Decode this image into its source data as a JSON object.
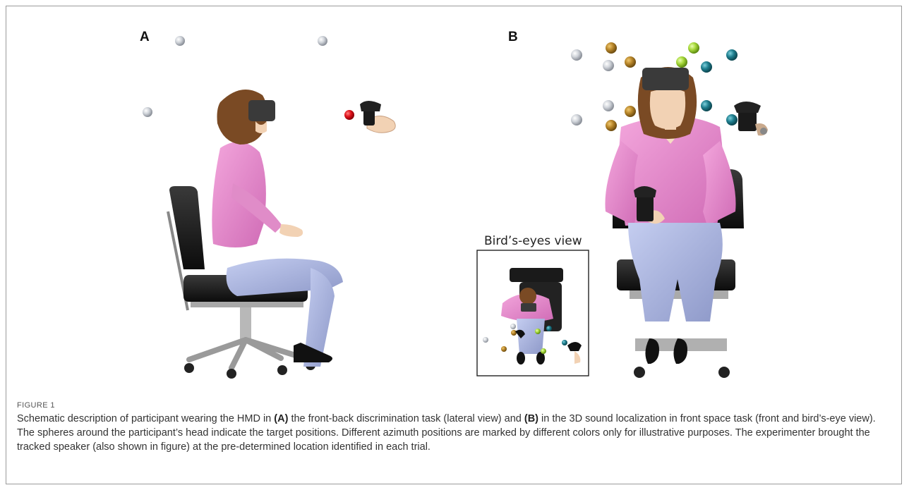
{
  "figure": {
    "panel_a_label": "A",
    "panel_b_label": "B",
    "inset_title": "Bird’s-eyes view",
    "figure_label": "FIGURE 1",
    "caption_parts": [
      "Schematic description of participant wearing the HMD in ",
      "(A)",
      " the front-back discrimination task (lateral view) and ",
      "(B)",
      " in the 3D sound localization in front space task (front and bird’s-eye view). The spheres around the participant’s head indicate the target positions. Different azimuth positions are marked by different colors only for illustrative purposes. The experimenter brought the tracked speaker (also shown in figure) at the pre-determined location identified in each trial."
    ]
  },
  "colors": {
    "sphere_gray": "#c9ccd2",
    "sphere_gold": "#b8862a",
    "sphere_green": "#a6d83a",
    "sphere_teal": "#1f7f8f",
    "sphere_red": "#e0121a",
    "shirt": "#e58ccc",
    "pants": "#a9b4e0",
    "hair": "#7a4a24",
    "skin": "#f2d2b4"
  }
}
